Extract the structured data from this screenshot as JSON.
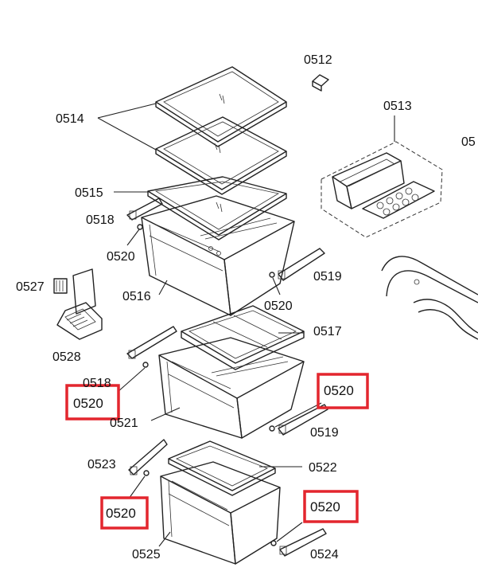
{
  "colors": {
    "highlight": "#e3262e",
    "line": "#222222",
    "background": "#ffffff"
  },
  "labels": {
    "p0512": "0512",
    "p0513": "0513",
    "p05_cut": "05",
    "p0514": "0514",
    "p0515": "0515",
    "p0518_top": "0518",
    "p0520_a": "0520",
    "p0516": "0516",
    "p0519_top": "0519",
    "p0520_b": "0520",
    "p0527": "0527",
    "p0528": "0528",
    "p0517": "0517",
    "p0518_mid": "0518",
    "p0520_c": "0520",
    "p0521": "0521",
    "p0520_d": "0520",
    "p0519_mid": "0519",
    "p0523": "0523",
    "p0522": "0522",
    "p0520_e": "0520",
    "p0520_f": "0520",
    "p0525": "0525",
    "p0524": "0524"
  }
}
